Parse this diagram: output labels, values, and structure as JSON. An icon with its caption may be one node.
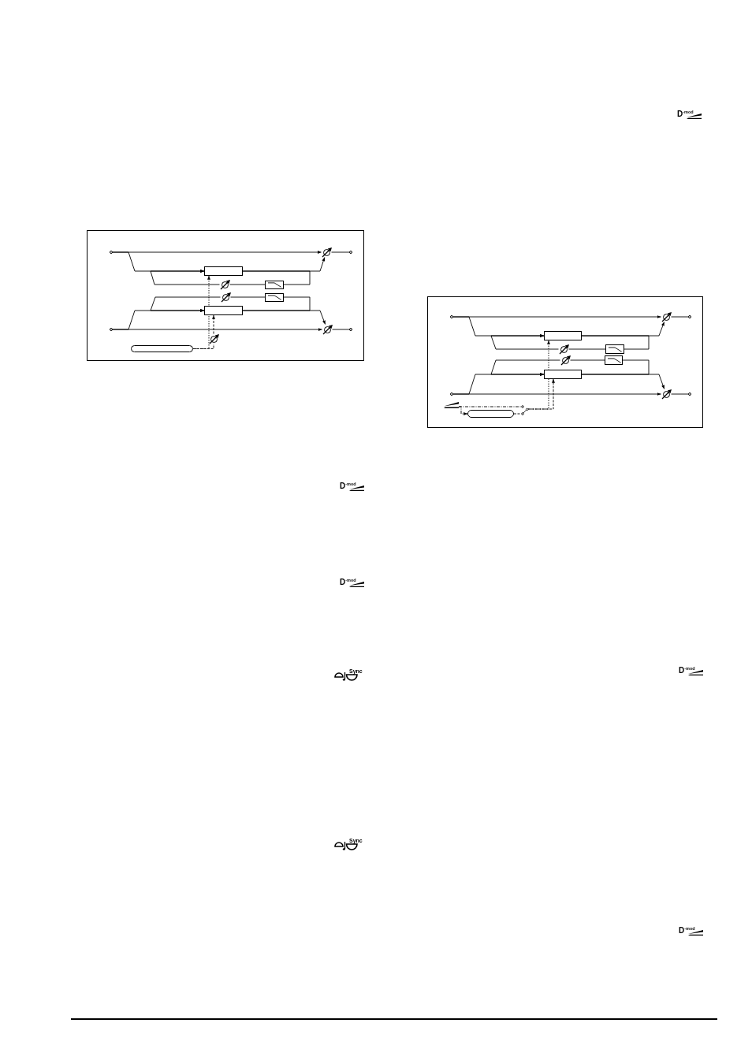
{
  "diagram": {
    "nodes": [
      {
        "text": [],
        "shape": "circle"
      },
      {
        "text": [],
        "shape": "circle"
      },
      {
        "text": [],
        "shape": "box"
      },
      {
        "text": [],
        "shape": "box"
      },
      {
        "text": [],
        "shape": "box"
      },
      {
        "text": [],
        "shape": "box"
      },
      {
        "text": [],
        "shape": "knob"
      },
      {
        "text": [],
        "shape": "knob"
      },
      {
        "text": [],
        "shape": "knob"
      },
      {
        "text": [],
        "shape": "knob"
      },
      {
        "text": [],
        "shape": "circle"
      },
      {
        "text": [],
        "shape": "circle"
      },
      {
        "text": [],
        "shape": "pill"
      },
      {
        "text": [],
        "shape": "knob"
      },
      {
        "text": [],
        "shape": "circle"
      },
      {
        "text": [],
        "shape": "circle"
      },
      {
        "text": [],
        "shape": "box"
      },
      {
        "text": [],
        "shape": "box"
      },
      {
        "text": [],
        "shape": "box"
      },
      {
        "text": [],
        "shape": "box"
      },
      {
        "text": [],
        "shape": "knob"
      },
      {
        "text": [],
        "shape": "knob"
      },
      {
        "text": [],
        "shape": "knob"
      },
      {
        "text": [],
        "shape": "knob"
      },
      {
        "text": [],
        "shape": "circle"
      },
      {
        "text": [],
        "shape": "circle"
      },
      {
        "text": [],
        "shape": "picture"
      },
      {
        "text": [],
        "shape": "pill"
      },
      {
        "text": [],
        "shape": "switch"
      }
    ],
    "edges": [
      {
        "from": 0,
        "to": 8,
        "arrow": "to"
      },
      {
        "from": 0,
        "to": 2,
        "arrow": "to"
      },
      {
        "from": 2,
        "to": 8,
        "arrow": "to"
      },
      {
        "from": 2,
        "to": 4,
        "arrow": "none"
      },
      {
        "from": 4,
        "to": 6,
        "arrow": "none"
      },
      {
        "from": 6,
        "to": 2,
        "arrow": "to"
      },
      {
        "from": 8,
        "to": 10,
        "arrow": "none"
      },
      {
        "from": 1,
        "to": 9,
        "arrow": "to"
      },
      {
        "from": 1,
        "to": 3,
        "arrow": "to"
      },
      {
        "from": 3,
        "to": 9,
        "arrow": "to"
      },
      {
        "from": 3,
        "to": 5,
        "arrow": "none"
      },
      {
        "from": 5,
        "to": 7,
        "arrow": "none"
      },
      {
        "from": 7,
        "to": 3,
        "arrow": "to"
      },
      {
        "from": 9,
        "to": 11,
        "arrow": "none"
      },
      {
        "from": 12,
        "to": 2,
        "arrow": "to",
        "style": "dashed"
      },
      {
        "from": 12,
        "to": 13,
        "arrow": "none",
        "style": "dashed"
      },
      {
        "from": 13,
        "to": 3,
        "arrow": "to",
        "style": "dashed"
      },
      {
        "from": 14,
        "to": 22,
        "arrow": "to"
      },
      {
        "from": 14,
        "to": 16,
        "arrow": "to"
      },
      {
        "from": 16,
        "to": 22,
        "arrow": "to"
      },
      {
        "from": 16,
        "to": 18,
        "arrow": "none"
      },
      {
        "from": 18,
        "to": 20,
        "arrow": "none"
      },
      {
        "from": 20,
        "to": 16,
        "arrow": "to"
      },
      {
        "from": 22,
        "to": 24,
        "arrow": "none"
      },
      {
        "from": 15,
        "to": 23,
        "arrow": "to"
      },
      {
        "from": 15,
        "to": 17,
        "arrow": "to"
      },
      {
        "from": 17,
        "to": 23,
        "arrow": "to"
      },
      {
        "from": 17,
        "to": 19,
        "arrow": "none"
      },
      {
        "from": 19,
        "to": 21,
        "arrow": "none"
      },
      {
        "from": 21,
        "to": 17,
        "arrow": "to"
      },
      {
        "from": 23,
        "to": 25,
        "arrow": "none"
      },
      {
        "from": 26,
        "to": 27,
        "arrow": "to",
        "style": "dashed"
      },
      {
        "from": 26,
        "to": 28,
        "arrow": "none",
        "style": "dashed"
      },
      {
        "from": 27,
        "to": 28,
        "arrow": "none",
        "style": "dashed"
      },
      {
        "from": 28,
        "to": 16,
        "arrow": "to",
        "style": "dashed"
      },
      {
        "from": 28,
        "to": 17,
        "arrow": "to",
        "style": "dashed"
      }
    ],
    "labels": [
      "D$^{-mod}$",
      "D$^{-mod}$",
      "Sync",
      "Sync",
      "D$^{-mod}$",
      "D$^{-mod}$",
      "D$^{-mod}$"
    ]
  }
}
